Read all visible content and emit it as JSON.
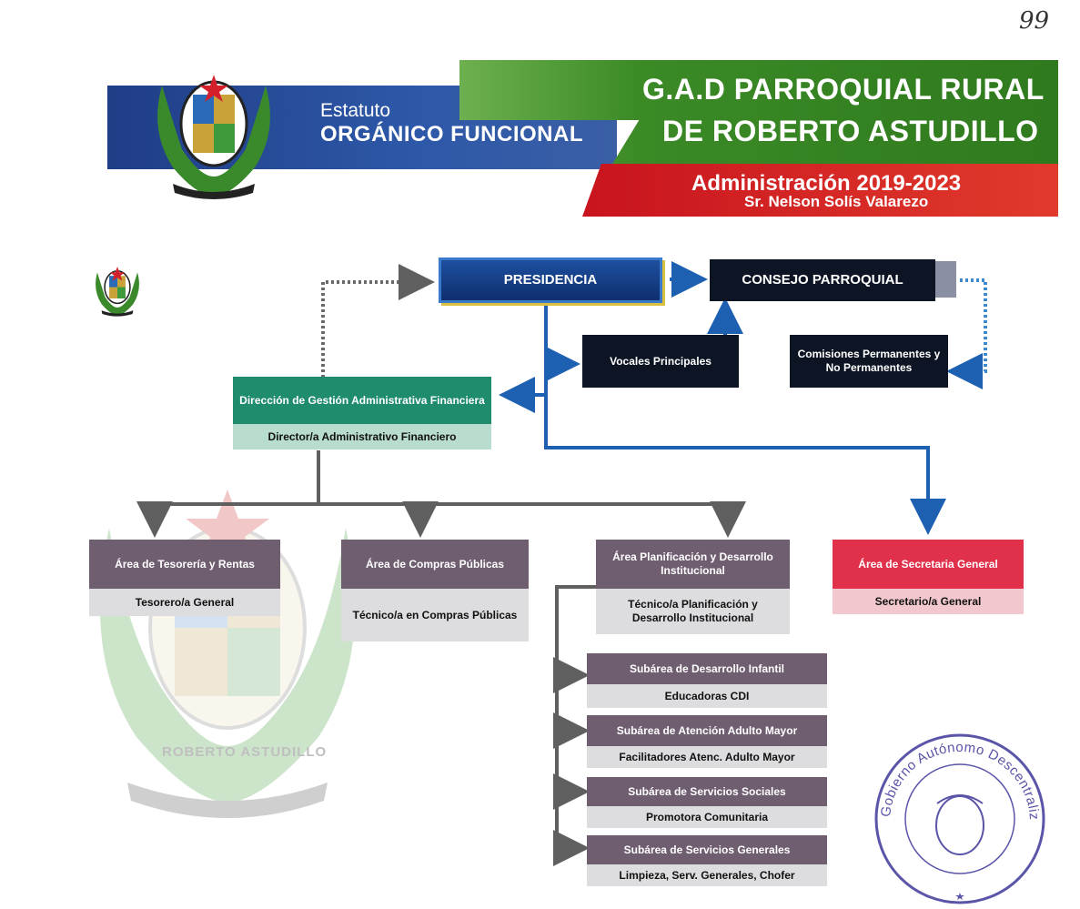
{
  "page_number": "99",
  "header": {
    "statute_small": "Estatuto",
    "statute_big": "ORGÁNICO FUNCIONAL",
    "title_line1": "G.A.D PARROQUIAL RURAL",
    "title_line2": "DE ROBERTO ASTUDILLO",
    "admin_line": "Administración 2019-2023",
    "admin_name": "Sr. Nelson Solís Valarezo"
  },
  "org": {
    "presidencia": "PRESIDENCIA",
    "consejo": "CONSEJO PARROQUIAL",
    "vocales": "Vocales Principales",
    "comisiones": "Comisiones Permanentes y No Permanentes",
    "direccion_title": "Dirección de Gestión Administrativa Financiera",
    "direccion_role": "Director/a Administrativo Financiero",
    "tesoreria_title": "Área de Tesorería y Rentas",
    "tesoreria_role": "Tesorero/a General",
    "compras_title": "Área de Compras Públicas",
    "compras_role": "Técnico/a en Compras Públicas",
    "planificacion_title": "Área Planificación y Desarrollo Institucional",
    "planificacion_role": "Técnico/a Planificación y Desarrollo Institucional",
    "secretaria_title": "Área de Secretaria General",
    "secretaria_role": "Secretario/a General",
    "sub_infantil_title": "Subárea de Desarrollo Infantil",
    "sub_infantil_role": "Educadoras CDI",
    "sub_adulto_title": "Subárea de Atención Adulto Mayor",
    "sub_adulto_role": "Facilitadores Atenc. Adulto Mayor",
    "sub_sociales_title": "Subárea de Servicios Sociales",
    "sub_sociales_role": "Promotora Comunitaria",
    "sub_generales_title": "Subárea de Servicios Generales",
    "sub_generales_role": "Limpieza, Serv. Generales, Chofer"
  },
  "watermark_text": "ROBERTO ASTUDILLO",
  "stamp": {
    "text": "Gobierno Autónomo Descentralizado Parroquial Rural de Roberto Astudillo"
  },
  "colors": {
    "header_blue": "#1c3f8a",
    "header_green": "#3f8a2a",
    "header_red": "#d4202a",
    "arrow_blue": "#1d5fb0",
    "arrow_grey": "#5f5f5f",
    "stamp_purple": "#5a55a8"
  }
}
